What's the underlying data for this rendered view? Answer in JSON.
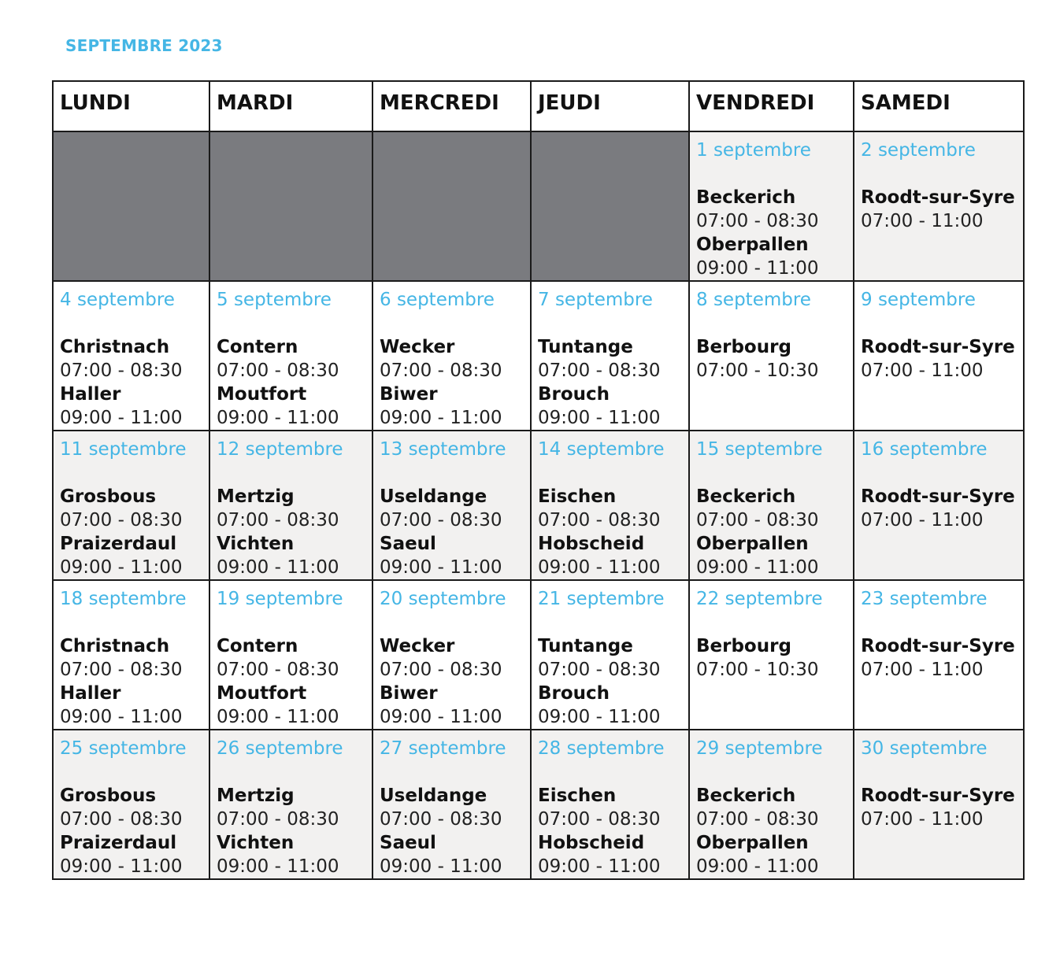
{
  "title": "SEPTEMBRE 2023",
  "days": [
    "LUNDI",
    "MARDI",
    "MERCREDI",
    "JEUDI",
    "VENDREDI",
    "SAMEDI"
  ],
  "weeks": [
    [
      {
        "empty": true
      },
      {
        "empty": true
      },
      {
        "empty": true
      },
      {
        "empty": true
      },
      {
        "date": "1 septembre",
        "stops": [
          {
            "place": "Beckerich",
            "time": "07:00 - 08:30"
          },
          {
            "place": "Oberpallen",
            "time": "09:00 - 11:00"
          }
        ]
      },
      {
        "date": "2 septembre",
        "stops": [
          {
            "place": "Roodt-sur-Syre",
            "time": "07:00 - 11:00"
          }
        ]
      }
    ],
    [
      {
        "date": "4 septembre",
        "stops": [
          {
            "place": "Christnach",
            "time": "07:00 - 08:30"
          },
          {
            "place": "Haller",
            "time": "09:00 - 11:00"
          }
        ]
      },
      {
        "date": "5 septembre",
        "stops": [
          {
            "place": "Contern",
            "time": "07:00 - 08:30"
          },
          {
            "place": "Moutfort",
            "time": "09:00 - 11:00"
          }
        ]
      },
      {
        "date": "6 septembre",
        "stops": [
          {
            "place": "Wecker",
            "time": "07:00 - 08:30"
          },
          {
            "place": "Biwer",
            "time": "09:00 - 11:00"
          }
        ]
      },
      {
        "date": "7 septembre",
        "stops": [
          {
            "place": "Tuntange",
            "time": "07:00 - 08:30"
          },
          {
            "place": "Brouch",
            "time": "09:00 - 11:00"
          }
        ]
      },
      {
        "date": "8 septembre",
        "stops": [
          {
            "place": "Berbourg",
            "time": "07:00 - 10:30"
          }
        ]
      },
      {
        "date": "9 septembre",
        "stops": [
          {
            "place": "Roodt-sur-Syre",
            "time": "07:00 - 11:00"
          }
        ]
      }
    ],
    [
      {
        "date": "11 septembre",
        "stops": [
          {
            "place": "Grosbous",
            "time": "07:00 - 08:30"
          },
          {
            "place": "Praizerdaul",
            "time": "09:00 - 11:00"
          }
        ]
      },
      {
        "date": "12 septembre",
        "stops": [
          {
            "place": "Mertzig",
            "time": "07:00 - 08:30"
          },
          {
            "place": "Vichten",
            "time": "09:00 - 11:00"
          }
        ]
      },
      {
        "date": "13 septembre",
        "stops": [
          {
            "place": "Useldange",
            "time": "07:00 - 08:30"
          },
          {
            "place": "Saeul",
            "time": "09:00 - 11:00"
          }
        ]
      },
      {
        "date": "14 septembre",
        "stops": [
          {
            "place": "Eischen",
            "time": "07:00 - 08:30"
          },
          {
            "place": "Hobscheid",
            "time": "09:00 - 11:00"
          }
        ]
      },
      {
        "date": "15 septembre",
        "stops": [
          {
            "place": "Beckerich",
            "time": "07:00 - 08:30"
          },
          {
            "place": "Oberpallen",
            "time": "09:00 - 11:00"
          }
        ]
      },
      {
        "date": "16 septembre",
        "stops": [
          {
            "place": "Roodt-sur-Syre",
            "time": "07:00 - 11:00"
          }
        ]
      }
    ],
    [
      {
        "date": "18 septembre",
        "stops": [
          {
            "place": "Christnach",
            "time": "07:00 - 08:30"
          },
          {
            "place": "Haller",
            "time": "09:00 - 11:00"
          }
        ]
      },
      {
        "date": "19 septembre",
        "stops": [
          {
            "place": "Contern",
            "time": "07:00 - 08:30"
          },
          {
            "place": "Moutfort",
            "time": "09:00 - 11:00"
          }
        ]
      },
      {
        "date": "20 septembre",
        "stops": [
          {
            "place": "Wecker",
            "time": "07:00 - 08:30"
          },
          {
            "place": "Biwer",
            "time": "09:00 - 11:00"
          }
        ]
      },
      {
        "date": "21 septembre",
        "stops": [
          {
            "place": "Tuntange",
            "time": "07:00 - 08:30"
          },
          {
            "place": "Brouch",
            "time": "09:00 - 11:00"
          }
        ]
      },
      {
        "date": "22 septembre",
        "stops": [
          {
            "place": "Berbourg",
            "time": "07:00 - 10:30"
          }
        ]
      },
      {
        "date": "23 septembre",
        "stops": [
          {
            "place": "Roodt-sur-Syre",
            "time": "07:00 - 11:00"
          }
        ]
      }
    ],
    [
      {
        "date": "25 septembre",
        "stops": [
          {
            "place": "Grosbous",
            "time": "07:00 - 08:30"
          },
          {
            "place": "Praizerdaul",
            "time": "09:00 - 11:00"
          }
        ]
      },
      {
        "date": "26 septembre",
        "stops": [
          {
            "place": "Mertzig",
            "time": "07:00 - 08:30"
          },
          {
            "place": "Vichten",
            "time": "09:00 - 11:00"
          }
        ]
      },
      {
        "date": "27 septembre",
        "stops": [
          {
            "place": "Useldange",
            "time": "07:00 - 08:30"
          },
          {
            "place": "Saeul",
            "time": "09:00 - 11:00"
          }
        ]
      },
      {
        "date": "28 septembre",
        "stops": [
          {
            "place": "Eischen",
            "time": "07:00 - 08:30"
          },
          {
            "place": "Hobscheid",
            "time": "09:00 - 11:00"
          }
        ]
      },
      {
        "date": "29 septembre",
        "stops": [
          {
            "place": "Beckerich",
            "time": "07:00 - 08:30"
          },
          {
            "place": "Oberpallen",
            "time": "09:00 - 11:00"
          }
        ]
      },
      {
        "date": "30 septembre",
        "stops": [
          {
            "place": "Roodt-sur-Syre",
            "time": "07:00 - 11:00"
          }
        ]
      }
    ]
  ],
  "colors": {
    "date": "#45b6e5",
    "empty_cell": "#7a7b7f",
    "shaded_row": "#f2f1f0"
  }
}
